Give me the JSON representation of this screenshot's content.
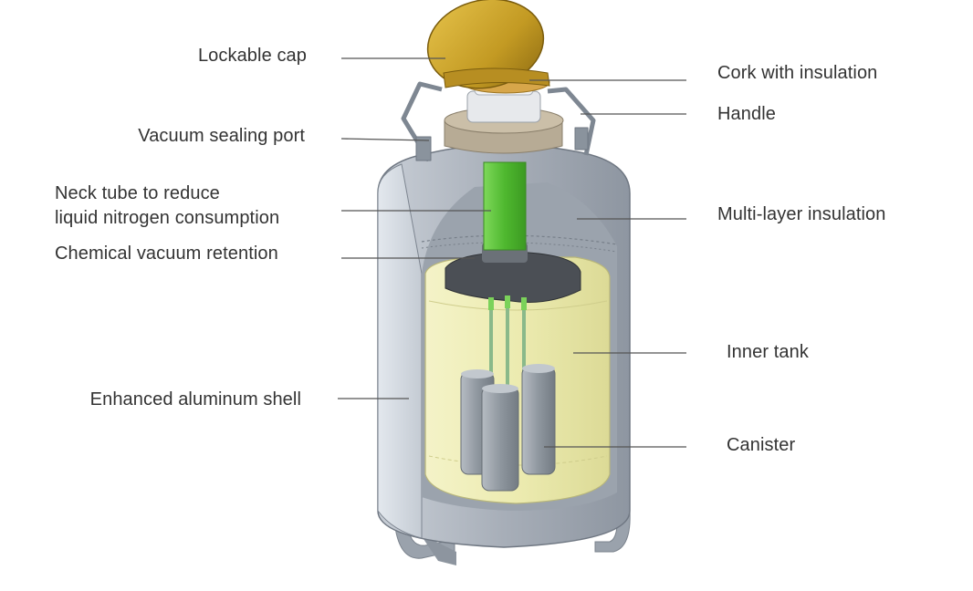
{
  "labels": {
    "lockable_cap": "Lockable cap",
    "vacuum_sealing_port": "Vacuum sealing port",
    "neck_tube_line1": "Neck tube to reduce",
    "neck_tube_line2": "liquid nitrogen consumption",
    "chemical_vacuum_retention": "Chemical vacuum retention",
    "enhanced_aluminum_shell": "Enhanced aluminum shell",
    "cork_with_insulation": "Cork with insulation",
    "handle": "Handle",
    "multi_layer_insulation": "Multi-layer insulation",
    "inner_tank": "Inner tank",
    "canister": "Canister"
  },
  "colors": {
    "text": "#333333",
    "leader_line": "#555555",
    "cap": "#c9a02a",
    "shell": "#a9b0ba",
    "inner_tank": "#ecebb0",
    "neck_tube": "#5fc43f",
    "canister": "#8f979f"
  }
}
